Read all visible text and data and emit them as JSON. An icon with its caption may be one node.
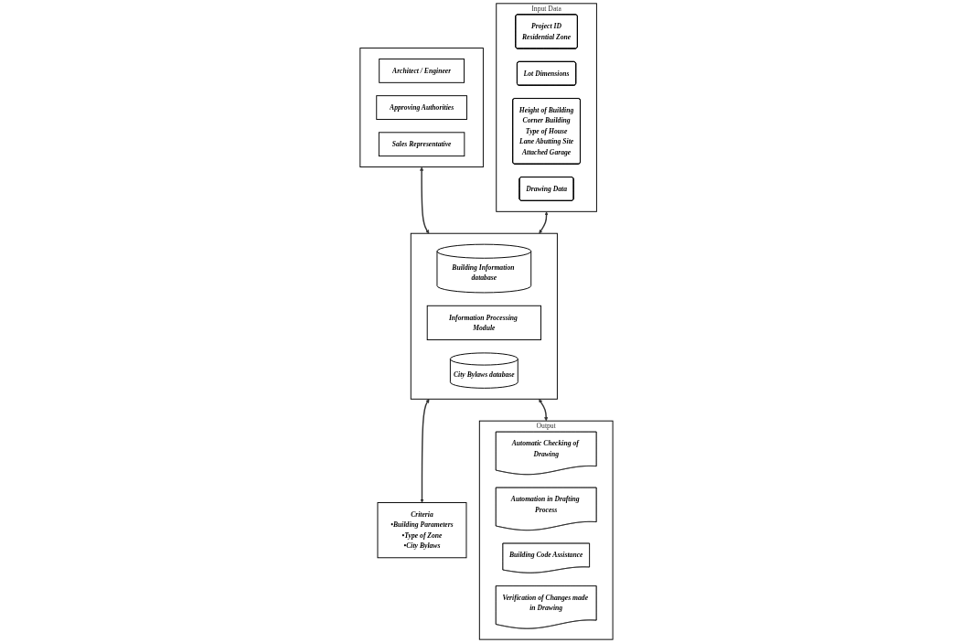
{
  "diagram": {
    "nodes": [
      {
        "text": [],
        "shape": "box"
      },
      {
        "text": [
          "Architect / Engineer"
        ],
        "in": 0
      },
      {
        "text": [
          "Approving Authorities"
        ],
        "in": 0
      },
      {
        "text": [
          "Sales Representative"
        ],
        "in": 0
      },
      {
        "text": [
          "Input Data"
        ]
      },
      {
        "text": [
          "Project ID",
          "Residential Zone"
        ],
        "in": 4
      },
      {
        "text": [
          "Lot Dimensions"
        ],
        "in": 4
      },
      {
        "text": [
          "Height of Building",
          "Corner Building",
          "Type of House",
          "Lane Abutting Site",
          "Attached Garage"
        ],
        "in": 4
      },
      {
        "text": [
          "Drawing Data"
        ],
        "in": 4
      },
      {
        "text": [],
        "shape": "box"
      },
      {
        "text": [
          "Building Information database"
        ],
        "in": 9
      },
      {
        "text": [
          "Information Processing Module"
        ],
        "in": 9
      },
      {
        "text": [
          "City Bylaws database"
        ],
        "in": 9
      },
      {
        "text": [
          "Criteria",
          "•Building Parameters",
          "•Type of Zone",
          "•City Bylaws"
        ]
      },
      {
        "text": [
          "Output"
        ]
      },
      {
        "text": [
          "Automatic Checking of Drawing"
        ],
        "in": 14
      },
      {
        "text": [
          "Automation in Drafting Process"
        ],
        "in": 14
      },
      {
        "text": [
          "Building Code Assistance"
        ],
        "in": 14
      },
      {
        "text": [
          "Verification of Changes made in Drawing"
        ],
        "in": 14
      }
    ],
    "edges": [
      {
        "from": 0,
        "to": 9,
        "arrow": "both"
      },
      {
        "from": 4,
        "to": 9,
        "arrow": "both"
      },
      {
        "from": 9,
        "to": 13,
        "arrow": "both"
      },
      {
        "from": 9,
        "to": 14,
        "arrow": "both"
      }
    ]
  }
}
